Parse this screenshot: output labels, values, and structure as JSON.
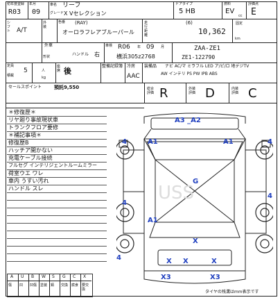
{
  "header": {
    "first_reg_label": "初年度登録",
    "year_month_label": "年月",
    "year": "R03",
    "month": "09",
    "car_name_label": "車名",
    "car_name": "リーフ",
    "grade_label": "グレード",
    "grade": "X Vセレクション",
    "door_type_label": "ドアタイプ",
    "door_type": "5 HB",
    "fuel_label": "燃料",
    "fuel": "EV",
    "cc_unit": "cc",
    "score_label": "評価点",
    "score": "E"
  },
  "row2": {
    "shift_label": "シフト",
    "shift": "A/T",
    "exterior_label": "外装",
    "color_label": "色番",
    "color_code": "(RAY)",
    "color_name": "オーロラフレアブルーパール",
    "mileage_label": "走行距離",
    "mileage_flag": "(6)",
    "mileage": "10,362",
    "mileage_unit": "km",
    "fixed_label": "固定"
  },
  "row3": {
    "exterior2_label": "外車",
    "handle_label": "ハンドル",
    "handle": "右",
    "expiry_label": "車検",
    "expiry": "R06",
    "expiry_year_unit": "年",
    "expiry_month": "09",
    "expiry_month_unit": "月",
    "plate": "横浜305z2768",
    "model_code": "ZAA-ZE1",
    "chassis": "ZE1-122790",
    "shape_label": "形状"
  },
  "row4": {
    "capacity_label": "定員",
    "capacity": "5",
    "capacity_unit": "人",
    "load_label": "積載",
    "load_unit": "kg",
    "seat_label": "座席",
    "seat_mark": "後",
    "ac_label": "冷房",
    "ac": "AAC",
    "records_label": "整備記録簿",
    "equipment_label": "装備品",
    "equipment_line1": "ナビ AC/マ ミラフル LED ア/ピ/ロ 地デジTV",
    "equipment_line2": "AW インテリ PS PW IPB ABS"
  },
  "sales_point": {
    "label": "セールスポイント",
    "text": "預託9,550"
  },
  "grades": {
    "overall_label": "総合評価",
    "overall": "R",
    "exterior_label": "外装評価",
    "exterior": "D",
    "interior_label": "内装評価",
    "interior": "C"
  },
  "notes": [
    "＊修復歴＊",
    "リヤ廻り事故現状車",
    "トランクフロア要修",
    "＊補記事項＊",
    "修復歴B",
    "ハッチア開かない",
    "充電ケーブル接続",
    "フルセグ インテリジェントルームミラー",
    "荷室ウエ ワレ",
    "車内 うすい汚れ",
    "ハンドル スレ"
  ],
  "tire_table": {
    "headers": [
      "A",
      "U",
      "B",
      "W",
      "S",
      "G",
      "C",
      "X"
    ],
    "subs": [
      "傷",
      "凹",
      "凹傷",
      "塗装",
      "錆",
      "交換",
      "腐食",
      "要交換"
    ]
  },
  "diagram_marks": {
    "top": "A3 _A2",
    "left_front": "A1",
    "right_front": "A1",
    "center": "G",
    "left_rear": "A1",
    "center_x": "X",
    "rear_left_x": "X",
    "rear_right_x": "X",
    "rear_center_x": "X",
    "bottom_left": "X3",
    "bottom_right": "X3",
    "tire_fl": "4",
    "tire_fr": "4",
    "tire_rl": "4",
    "tire_rr": "4",
    "tire_bl": "4"
  },
  "footer": "タイヤの残溝はmm表示です",
  "watermark": "USS"
}
